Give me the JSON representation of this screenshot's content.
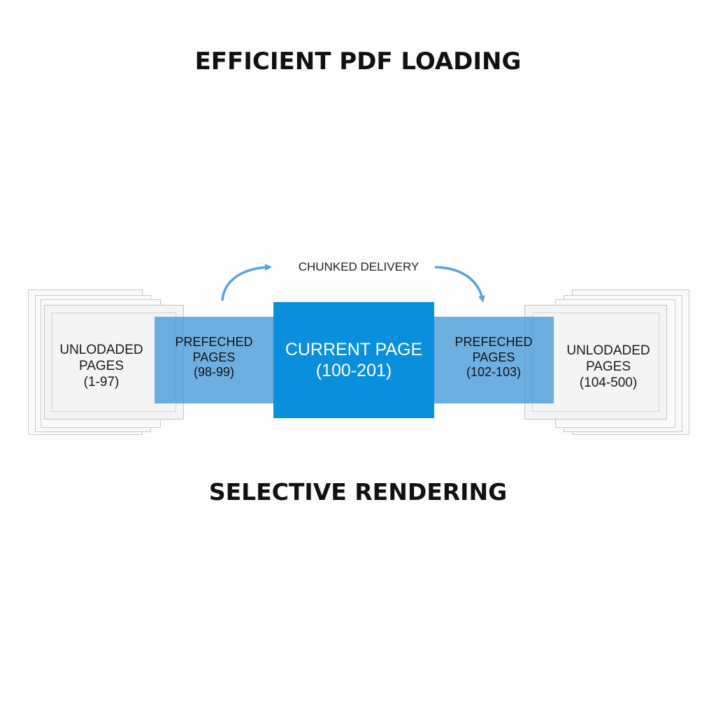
{
  "title": "EFFICIENT PDF LOADING",
  "subtitle": "SELECTIVE RENDERING",
  "chunked_delivery_label": "CHUNKED DELIVERY",
  "colors": {
    "current_page_fill": "#0a8fdc",
    "prefetched_fill": "#5aa3dd",
    "arrow": "#5aa3dd",
    "stack_border": "#c4c4c4"
  },
  "segments": {
    "unloaded_left": {
      "line1": "UNLODADED",
      "line2": "PAGES",
      "line3": "(1-97)"
    },
    "prefetched_left": {
      "line1": "PREFECHED",
      "line2": "PAGES",
      "line3": "(98-99)"
    },
    "current": {
      "line1": "CURRENT PAGE",
      "line2": "(100-201)"
    },
    "prefetched_right": {
      "line1": "PREFECHED",
      "line2": "PAGES",
      "line3": "(102-103)"
    },
    "unloaded_right": {
      "line1": "UNLODADED",
      "line2": "PAGES",
      "line3": "(104-500)"
    }
  },
  "icons": [
    "curved-arrow-left-icon",
    "curved-arrow-right-icon"
  ]
}
